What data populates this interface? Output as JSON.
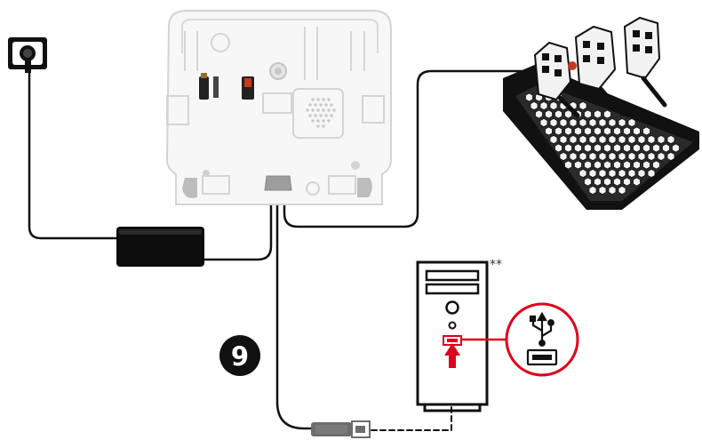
{
  "diagram": {
    "step_number": "9",
    "pc_marker": "**",
    "accent_color": "#e0001b",
    "line_color": "#111111",
    "components": [
      {
        "id": "wall-outlet",
        "icon": "wall-outlet-icon"
      },
      {
        "id": "power-adapter",
        "icon": "power-brick-icon"
      },
      {
        "id": "wheel-base",
        "icon": "wheel-base-icon"
      },
      {
        "id": "pedal-set",
        "icon": "pedals-icon"
      },
      {
        "id": "pc-tower",
        "icon": "pc-tower-icon"
      },
      {
        "id": "usb-port-callout",
        "icon": "usb-icon"
      },
      {
        "id": "usb-connector",
        "icon": "usb-plug-icon"
      }
    ]
  }
}
